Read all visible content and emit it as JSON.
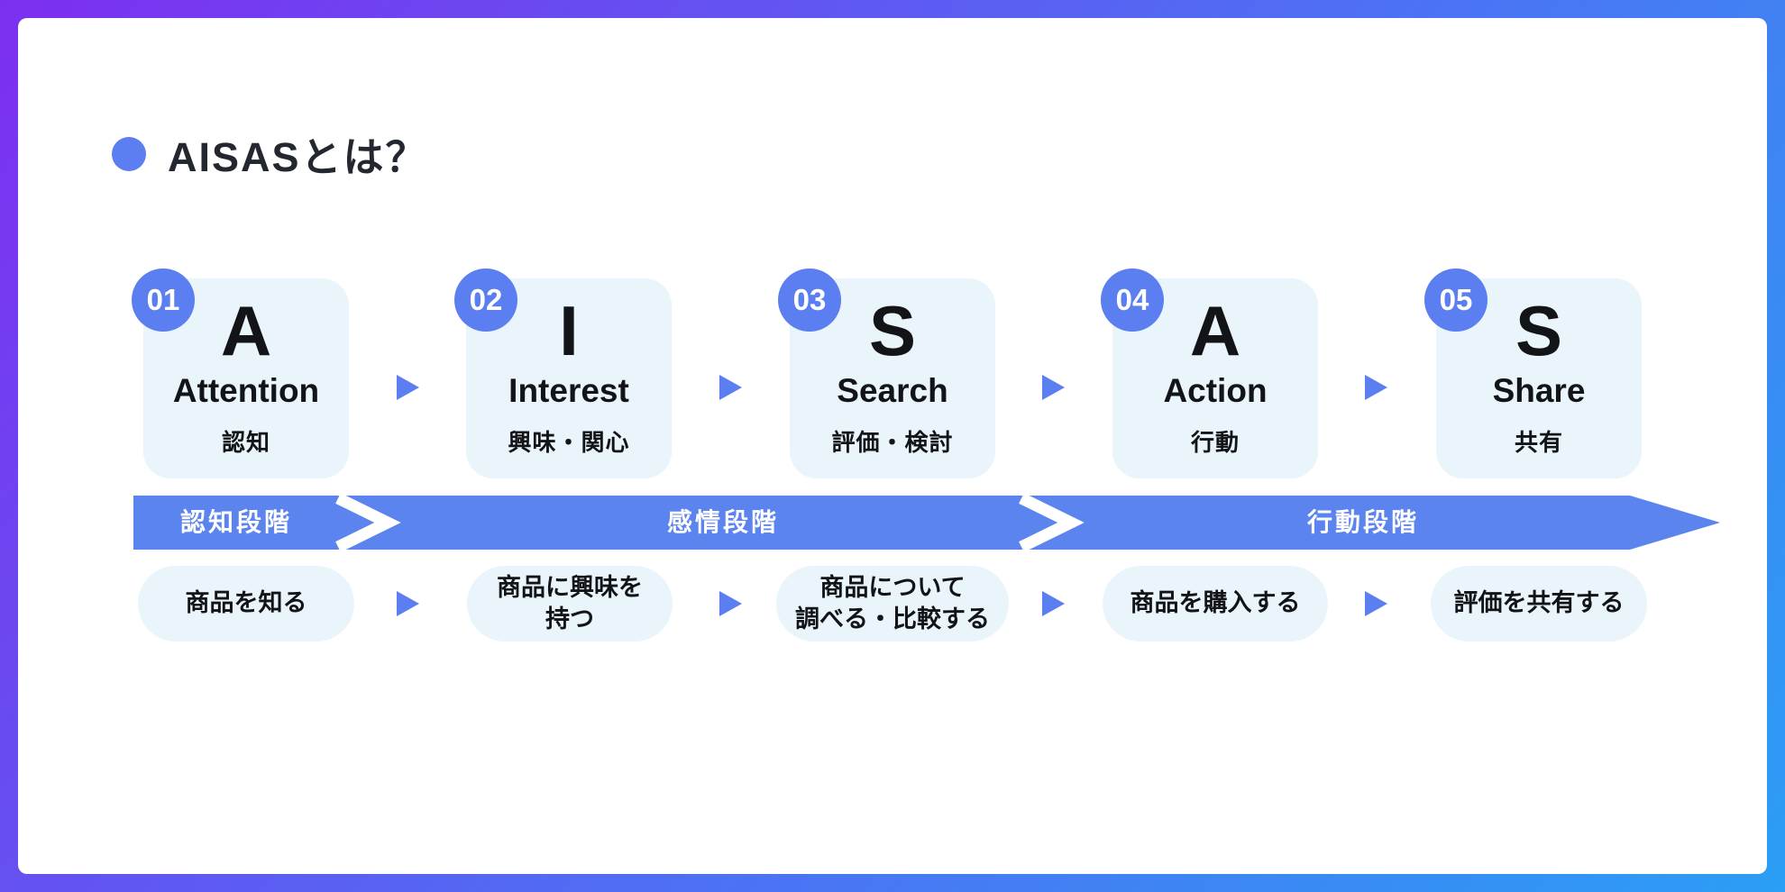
{
  "title": "AISASとは？",
  "colors": {
    "accent_blue": "#5b7ef0",
    "band_blue": "#5c84ee",
    "card_bg": "#e9f5fa",
    "frame_gradient_start": "#7d2ff0",
    "frame_gradient_mid": "#5468f3",
    "frame_gradient_end": "#2b9ef5",
    "title_text": "#23272f",
    "card_text": "#121418",
    "band_label_text": "#ffffff",
    "badge_text": "#ffffff"
  },
  "stages": [
    {
      "number": "01",
      "letter": "A",
      "name": "Attention",
      "label_jp": "認知",
      "action_lines": [
        "商品を知る"
      ]
    },
    {
      "number": "02",
      "letter": "I",
      "name": "Interest",
      "label_jp": "興味・関心",
      "action_lines": [
        "商品に興味を",
        "持つ"
      ]
    },
    {
      "number": "03",
      "letter": "S",
      "name": "Search",
      "label_jp": "評価・検討",
      "action_lines": [
        "商品について",
        "調べる・比較する"
      ]
    },
    {
      "number": "04",
      "letter": "A",
      "name": "Action",
      "label_jp": "行動",
      "action_lines": [
        "商品を購入する"
      ]
    },
    {
      "number": "05",
      "letter": "S",
      "name": "Share",
      "label_jp": "共有",
      "action_lines": [
        "評価を共有する"
      ]
    }
  ],
  "phases": [
    {
      "label": "認知段階"
    },
    {
      "label": "感情段階"
    },
    {
      "label": "行動段階"
    }
  ]
}
